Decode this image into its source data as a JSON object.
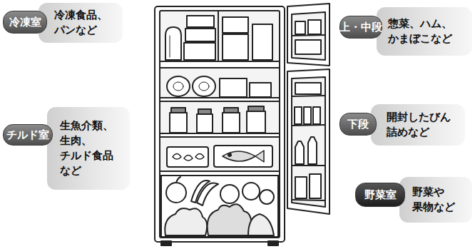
{
  "diagram": {
    "nodes": [
      {
        "text": [
          "冷凍室",
          "冷凍食品、 パンなど"
        ]
      },
      {
        "text": [
          "チルド室",
          "生魚介類、 生肉、 チルド食品 など"
        ]
      },
      {
        "text": [
          "上・中段",
          "惣菜、ハム、 かまぼこなど"
        ]
      },
      {
        "text": [
          "下段",
          "開封したびん 詰めなど"
        ]
      },
      {
        "text": [
          "野菜室",
          "野菜や 果物など"
        ]
      }
    ]
  }
}
